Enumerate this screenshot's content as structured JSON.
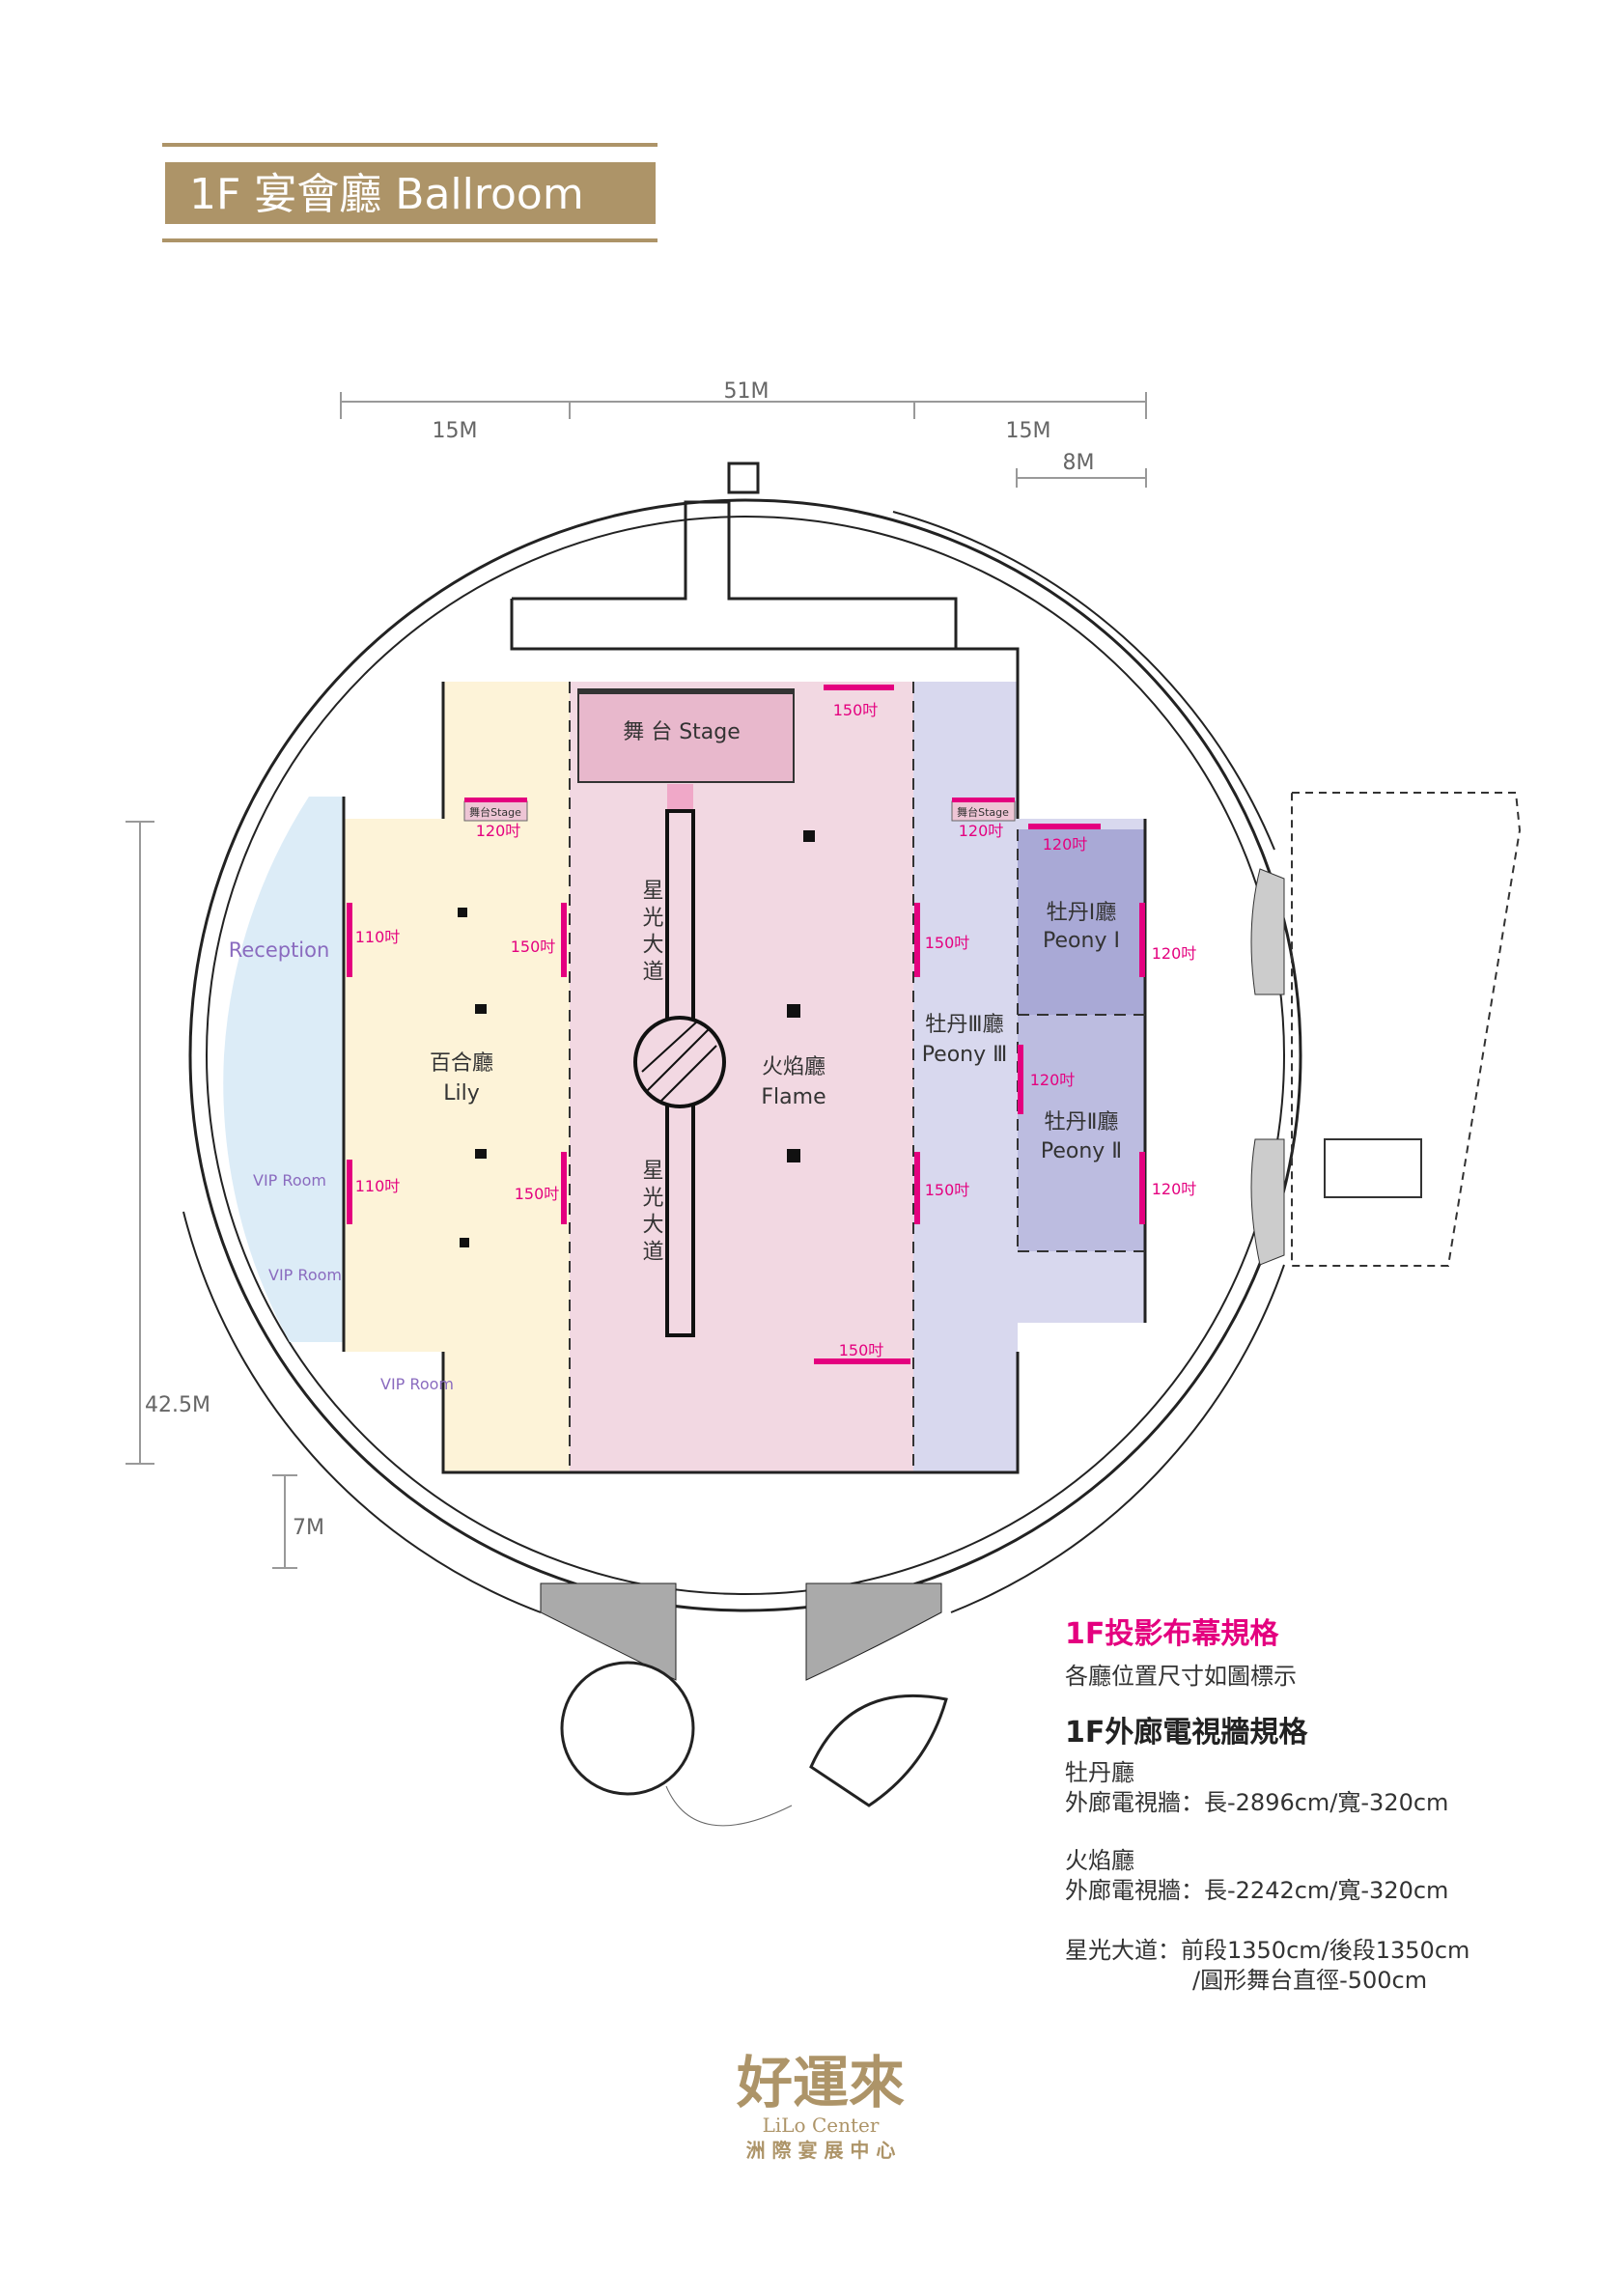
{
  "title": "1F 宴會廳 Ballroom",
  "colors": {
    "gold": "#ad9468",
    "screen": "#e4007f",
    "lily": "#fdf3d8",
    "flame": "#f2d8e2",
    "peony": "#d8d8ee",
    "peony_room": "#a9a9d6",
    "reception": "#dcecf7",
    "stage": "#e8b8cc"
  },
  "dimensions": {
    "total_width": "51M",
    "left_width": "15M",
    "right_width": "15M",
    "small_width": "8M",
    "height": "42.5M",
    "corridor": "7M"
  },
  "rooms": {
    "stage": "舞 台 Stage",
    "small_stage_left": "舞台Stage",
    "small_stage_right": "舞台Stage",
    "runway_label_1": "星光大道",
    "runway_label_2": "星光大道",
    "flame_zh": "火焰廳",
    "flame_en": "Flame",
    "lily_zh": "百合廳",
    "lily_en": "Lily",
    "peony3_zh": "牡丹Ⅲ廳",
    "peony3_en": "Peony Ⅲ",
    "peony1_zh": "牡丹Ⅰ廳",
    "peony1_en": "Peony Ⅰ",
    "peony2_zh": "牡丹Ⅱ廳",
    "peony2_en": "Peony Ⅱ",
    "reception": "Reception",
    "vip1": "VIP Room",
    "vip2": "VIP Room",
    "vip3": "VIP Room"
  },
  "screens": {
    "flame_top": "150吋",
    "flame_bottom": "150吋",
    "lily_right_top": "150吋",
    "lily_right_bottom": "150吋",
    "lily_left_top": "110吋",
    "lily_left_bottom": "110吋",
    "lily_stage": "120吋",
    "peony3_left_top": "150吋",
    "peony3_left_bottom": "150吋",
    "peony3_stage": "120吋",
    "peony1_top": "120吋",
    "peony1_right": "120吋",
    "peony2_left": "120吋",
    "peony2_right": "120吋"
  },
  "specs": {
    "projection_title": "1F投影布幕規格",
    "projection_note": "各廳位置尺寸如圖標示",
    "tv_title": "1F外廊電視牆規格",
    "peony_label": "牡丹廳",
    "peony_tv": "外廊電視牆：長-2896cm/寬-320cm",
    "flame_label": "火焰廳",
    "flame_tv": "外廊電視牆：長-2242cm/寬-320cm",
    "runway_line1": "星光大道：前段1350cm/後段1350cm",
    "runway_line2": "/圓形舞台直徑-500cm"
  },
  "logo": {
    "name_zh": "好運來",
    "name_en": "LiLo Center",
    "subtitle": "洲 際 宴 展 中 心"
  }
}
